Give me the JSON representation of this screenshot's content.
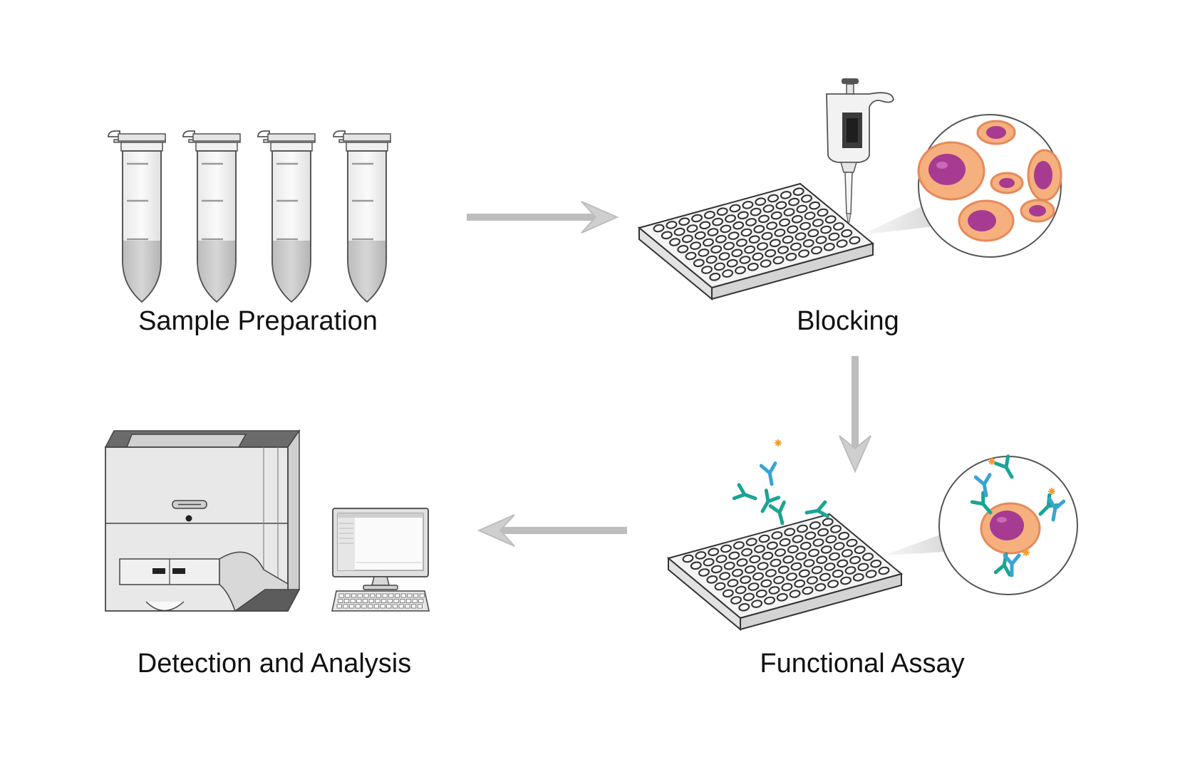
{
  "steps": {
    "sample_preparation": "Sample Preparation",
    "blocking": "Blocking",
    "functional_assay": "Functional Assay",
    "detection_analysis": "Detection and Analysis"
  },
  "colors": {
    "arrow": "#bdbdbd",
    "tube_liquid": "#c8c8c8",
    "cell_cytoplasm": "#f6b07e",
    "cell_nucleus": "#a73b92",
    "antibody_blue": "#3aa3d4",
    "antibody_teal": "#1aa494",
    "label_dot": "#f39a2d",
    "instrument_body": "#e6e6e6",
    "instrument_dark": "#5c5c5c"
  },
  "icons": [
    "microcentrifuge-tube-icon",
    "pipette-icon",
    "well-plate-icon",
    "cells-magnifier-icon",
    "antibody-icon",
    "analyzer-instrument-icon",
    "computer-monitor-icon",
    "keyboard-icon"
  ]
}
